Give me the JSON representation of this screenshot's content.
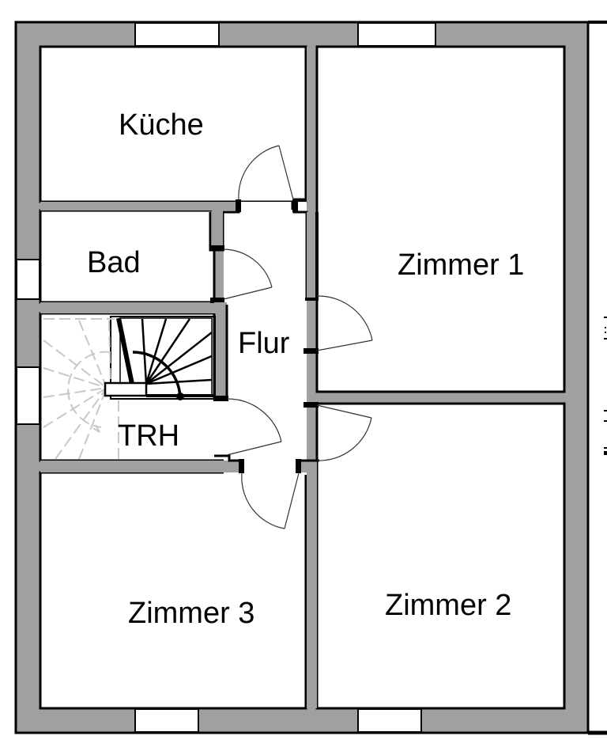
{
  "plan": {
    "title": "Grundriss Obergeschoss",
    "rooms": {
      "kueche": "Küche",
      "bad": "Bad",
      "flur": "Flur",
      "trh": "TRH",
      "zimmer1": "Zimmer 1",
      "zimmer2": "Zimmer 2",
      "zimmer3": "Zimmer 3"
    },
    "colors": {
      "wall": "#a0a0a0",
      "outline": "#000000",
      "stair_hidden": "#c8c8c8",
      "background": "#ffffff"
    }
  }
}
